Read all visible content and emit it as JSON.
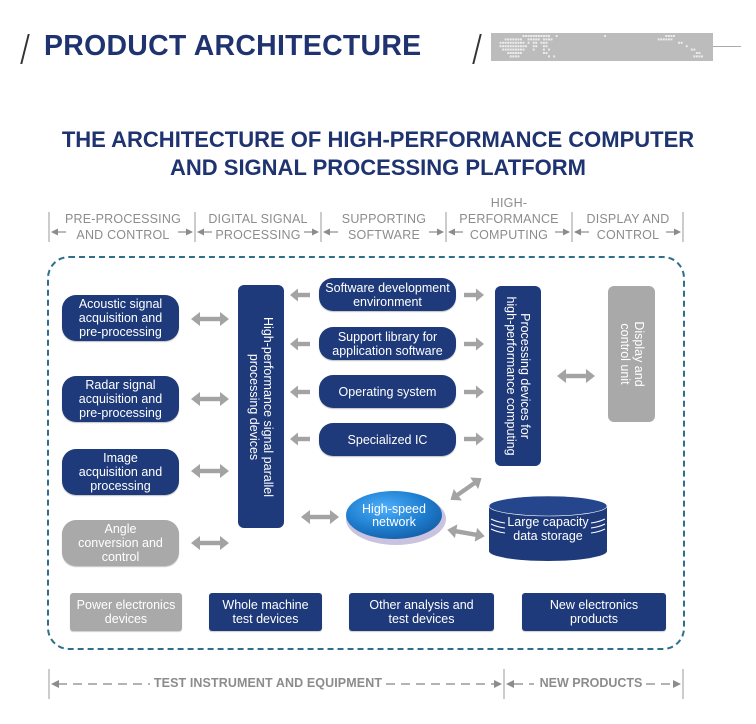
{
  "header": {
    "title": "PRODUCT ARCHITECTURE"
  },
  "subtitle": {
    "line1": "THE ARCHITECTURE OF HIGH-PERFORMANCE COMPUTER",
    "line2": "AND SIGNAL PROCESSING PLATFORM"
  },
  "columns": [
    {
      "line1": "PRE-PROCESSING",
      "line2": "AND CONTROL"
    },
    {
      "line1": "DIGITAL SIGNAL",
      "line2": "PROCESSING"
    },
    {
      "line1": "SUPPORTING",
      "line2": "SOFTWARE"
    },
    {
      "line0": "HIGH-",
      "line1": "PERFORMANCE",
      "line2": "COMPUTING"
    },
    {
      "line1": "DISPLAY AND",
      "line2": "CONTROL"
    }
  ],
  "preprocessing": [
    {
      "line1": "Acoustic signal",
      "line2": "acquisition and",
      "line3": "pre-processing",
      "style": "navy"
    },
    {
      "line1": "Radar signal",
      "line2": "acquisition and",
      "line3": "pre-processing",
      "style": "navy"
    },
    {
      "line1": "Image",
      "line2": "acquisition and",
      "line3": "processing",
      "style": "navy"
    },
    {
      "line1": "Angle",
      "line2": "conversion and",
      "line3": "control",
      "style": "gray"
    }
  ],
  "dsp_panel": {
    "line1": "High-performance signal parallel",
    "line2": "processing devices"
  },
  "software": [
    {
      "line1": "Software development",
      "line2": "environment"
    },
    {
      "line1": "Support library for",
      "line2": "application software"
    },
    {
      "line1": "Operating system",
      "line2": ""
    },
    {
      "line1": "Specialized IC",
      "line2": ""
    }
  ],
  "hpc_panel": {
    "line1": "Processing devices for",
    "line2": "high-performance computing"
  },
  "display_panel": {
    "line1": "Display and",
    "line2": "control unit"
  },
  "network": {
    "line1": "High-speed",
    "line2": "network"
  },
  "storage": {
    "line1": "Large capacity",
    "line2": "data storage"
  },
  "bottom_boxes": [
    {
      "line1": "Power electronics",
      "line2": "devices",
      "style": "gray"
    },
    {
      "line1": "Whole machine",
      "line2": "test devices",
      "style": "navy"
    },
    {
      "line1": "Other analysis and",
      "line2": "test devices",
      "style": "navy"
    },
    {
      "line1": "New electronics",
      "line2": "products",
      "style": "navy"
    }
  ],
  "footer": {
    "left_label": "TEST INSTRUMENT AND EQUIPMENT",
    "right_label": "NEW PRODUCTS"
  },
  "colors": {
    "navy": "#1e3a7a",
    "title_navy": "#1e3370",
    "gray_box": "#a9a9a9",
    "label_gray": "#8c8c8c",
    "frame_teal": "#2f6f8c",
    "network_blue": "#1f7fd0"
  }
}
